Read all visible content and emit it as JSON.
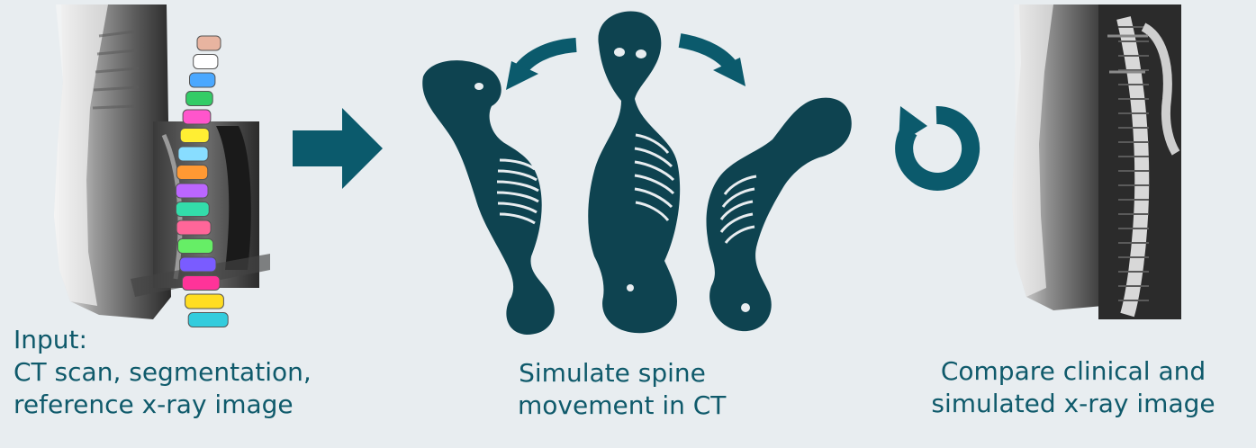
{
  "captions": {
    "input": {
      "line1": "Input:",
      "line2": "CT scan, segmentation,",
      "line3": "reference x-ray image"
    },
    "simulate": {
      "line1": "Simulate spine",
      "line2": "movement in CT"
    },
    "compare": {
      "line1": "Compare clinical and",
      "line2": "simulated x-ray image"
    }
  },
  "colors": {
    "background": "#e8edf0",
    "accent": "#0b5a6c",
    "silhouette": "#0e4350",
    "caption_text": "#0f5a6b"
  },
  "vertebra_colors": [
    "#e8b4a0",
    "#ffffff",
    "#4aa8ff",
    "#33cc66",
    "#ff55cc",
    "#ffee33",
    "#88ddff",
    "#ff9933",
    "#bb66ff",
    "#33ddaa",
    "#ff6699",
    "#66ee66",
    "#7a5cff",
    "#ff3399",
    "#ffdd22",
    "#33ccdd"
  ],
  "icons": {
    "forward_arrow": "right-arrow-icon",
    "rotate_left": "curved-arrow-left-icon",
    "rotate_right": "curved-arrow-right-icon",
    "iterate": "refresh-loop-icon"
  }
}
